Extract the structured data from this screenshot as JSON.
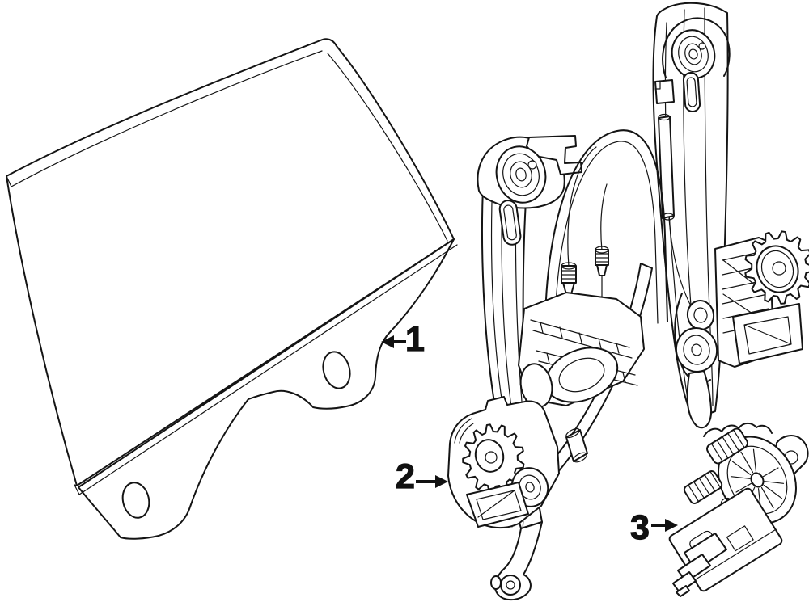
{
  "diagram": {
    "background_color": "#ffffff",
    "line_color": "#141414",
    "type": "auto-parts-line-illustration",
    "callouts": [
      {
        "label": "1",
        "arrow_direction": "left",
        "arrow_icon": "arrow-left-icon",
        "points_to": "door-glass"
      },
      {
        "label": "2",
        "arrow_direction": "right",
        "arrow_icon": "arrow-right-icon",
        "points_to": "window-regulator"
      },
      {
        "label": "3",
        "arrow_direction": "right",
        "arrow_icon": "arrow-right-icon",
        "points_to": "window-motor"
      }
    ]
  }
}
